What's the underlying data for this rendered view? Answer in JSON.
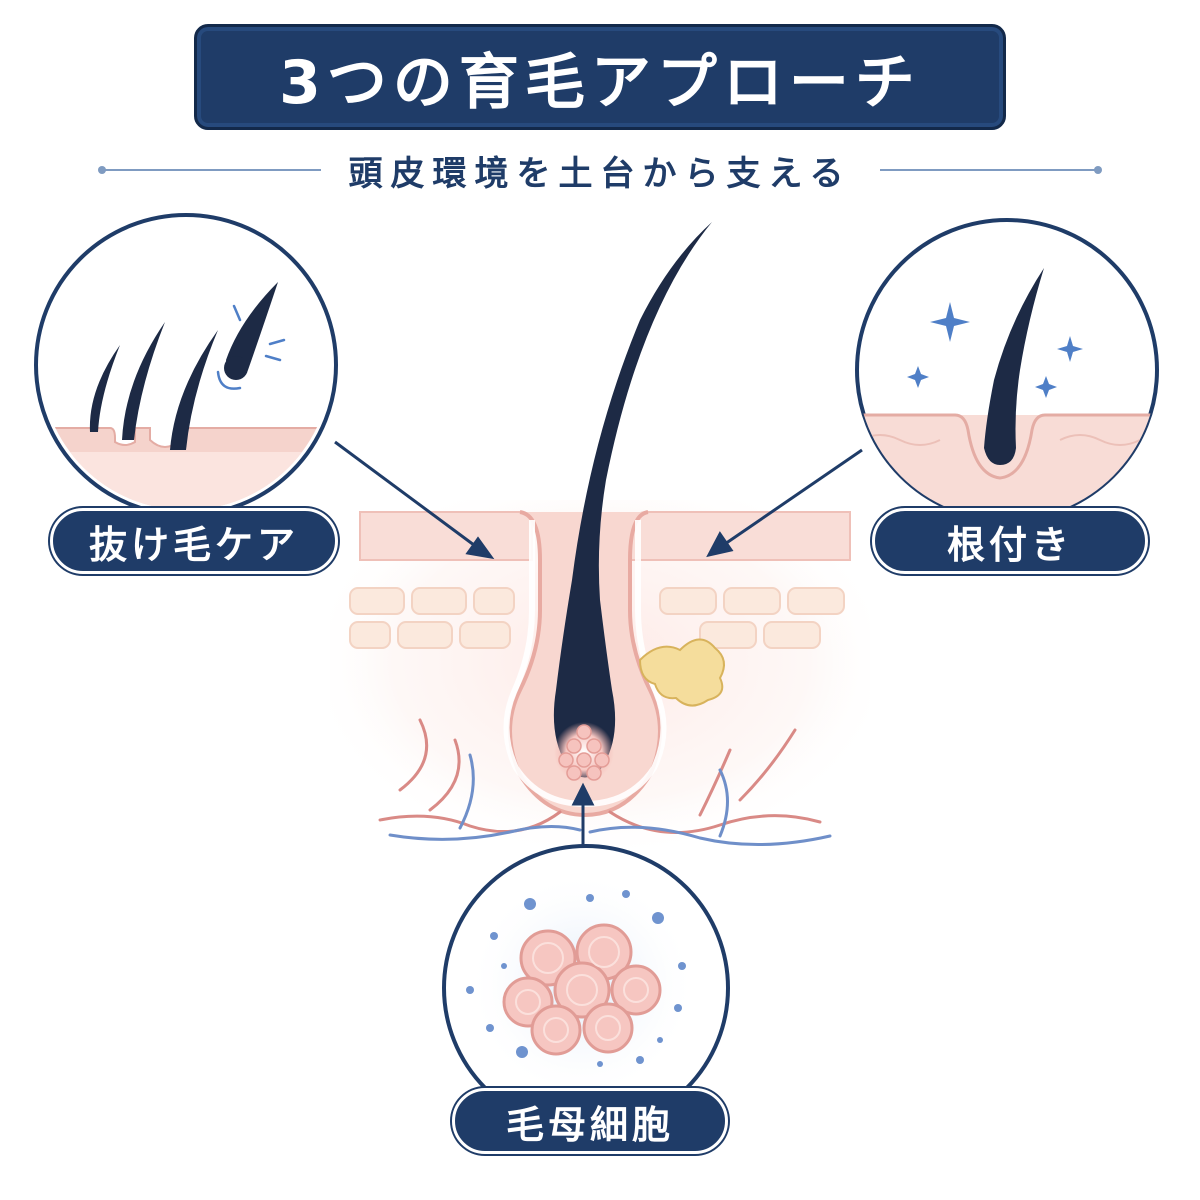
{
  "title": "3つの育毛アプローチ",
  "subtitle": "頭皮環境を土台から支える",
  "labels": {
    "left": "抜け毛ケア",
    "right": "根付き",
    "bottom": "毛母細胞"
  },
  "colors": {
    "navy": "#1f3c68",
    "hair": "#1d2a45",
    "skin": "#f6d5cf",
    "skin_edge": "#e8b4ad",
    "accent_blue": "#4f7fc7",
    "sebum": "#f2d48c"
  },
  "icons": {
    "sparkle": "sparkle-icon",
    "arrow": "arrow-icon"
  }
}
